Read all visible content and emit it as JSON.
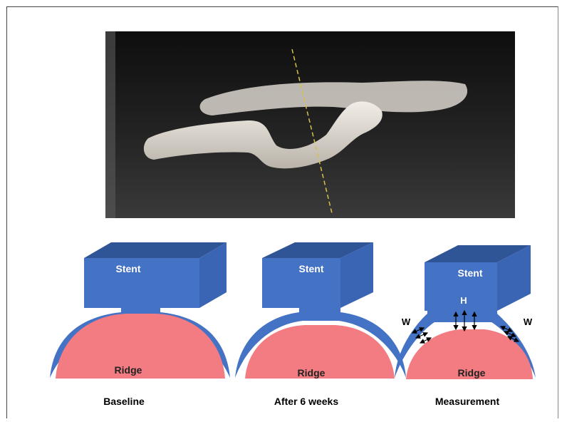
{
  "panels": [
    {
      "stent_label": "Stent",
      "ridge_label": "Ridge",
      "caption": "Baseline"
    },
    {
      "stent_label": "Stent",
      "ridge_label": "Ridge",
      "caption": "After 6 weeks"
    },
    {
      "stent_label": "Stent",
      "ridge_label": "Ridge",
      "caption": "Measurement",
      "height_label": "H",
      "width_label_left": "W",
      "width_label_right": "W"
    }
  ],
  "colors": {
    "stent_front": "#4472c4",
    "stent_top": "#2f5597",
    "stent_side": "#3a64b4",
    "ridge": "#f27c82",
    "photo_bg": "#1b1b1b"
  }
}
